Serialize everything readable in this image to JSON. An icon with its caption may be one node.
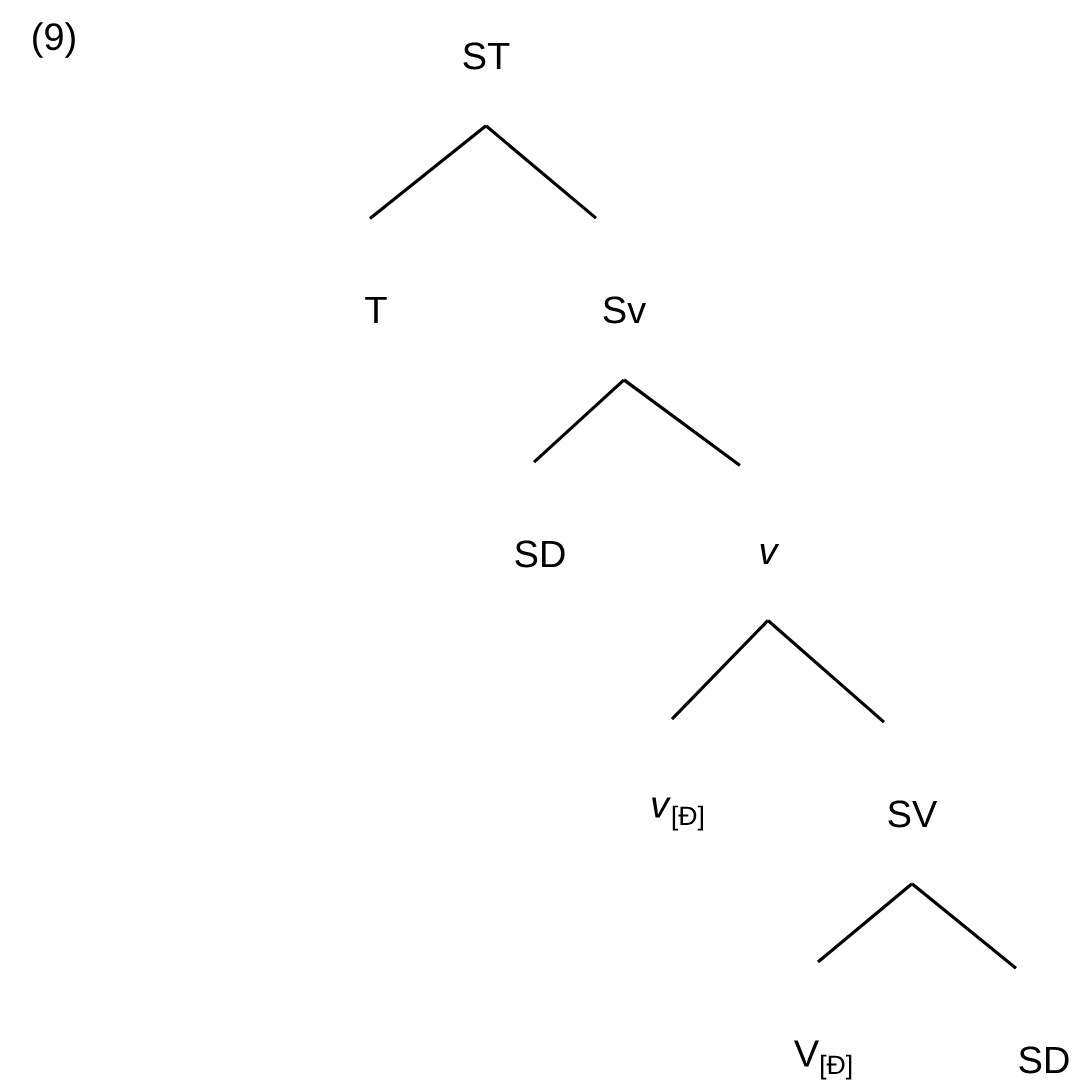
{
  "diagram": {
    "nodes": [
      {
        "text": [
          "ST"
        ]
      },
      {
        "text": [
          "T"
        ]
      },
      {
        "text": [
          "Sv"
        ]
      },
      {
        "text": [
          "SD"
        ]
      },
      {
        "text": [
          "v"
        ]
      },
      {
        "text": [
          "*v*$_{[Đ]}$"
        ]
      },
      {
        "text": [
          "SV"
        ]
      },
      {
        "text": [
          "V$_{[Đ]}$"
        ]
      },
      {
        "text": [
          "SD"
        ]
      }
    ],
    "edges": [
      {
        "from": 0,
        "to": 1,
        "arrow": "none"
      },
      {
        "from": 0,
        "to": 2,
        "arrow": "none"
      },
      {
        "from": 2,
        "to": 3,
        "arrow": "none"
      },
      {
        "from": 2,
        "to": 4,
        "arrow": "none"
      },
      {
        "from": 4,
        "to": 5,
        "arrow": "none"
      },
      {
        "from": 4,
        "to": 6,
        "arrow": "none"
      },
      {
        "from": 6,
        "to": 7,
        "arrow": "none"
      },
      {
        "from": 6,
        "to": 8,
        "arrow": "none"
      }
    ],
    "labels": [
      "(9)"
    ]
  }
}
